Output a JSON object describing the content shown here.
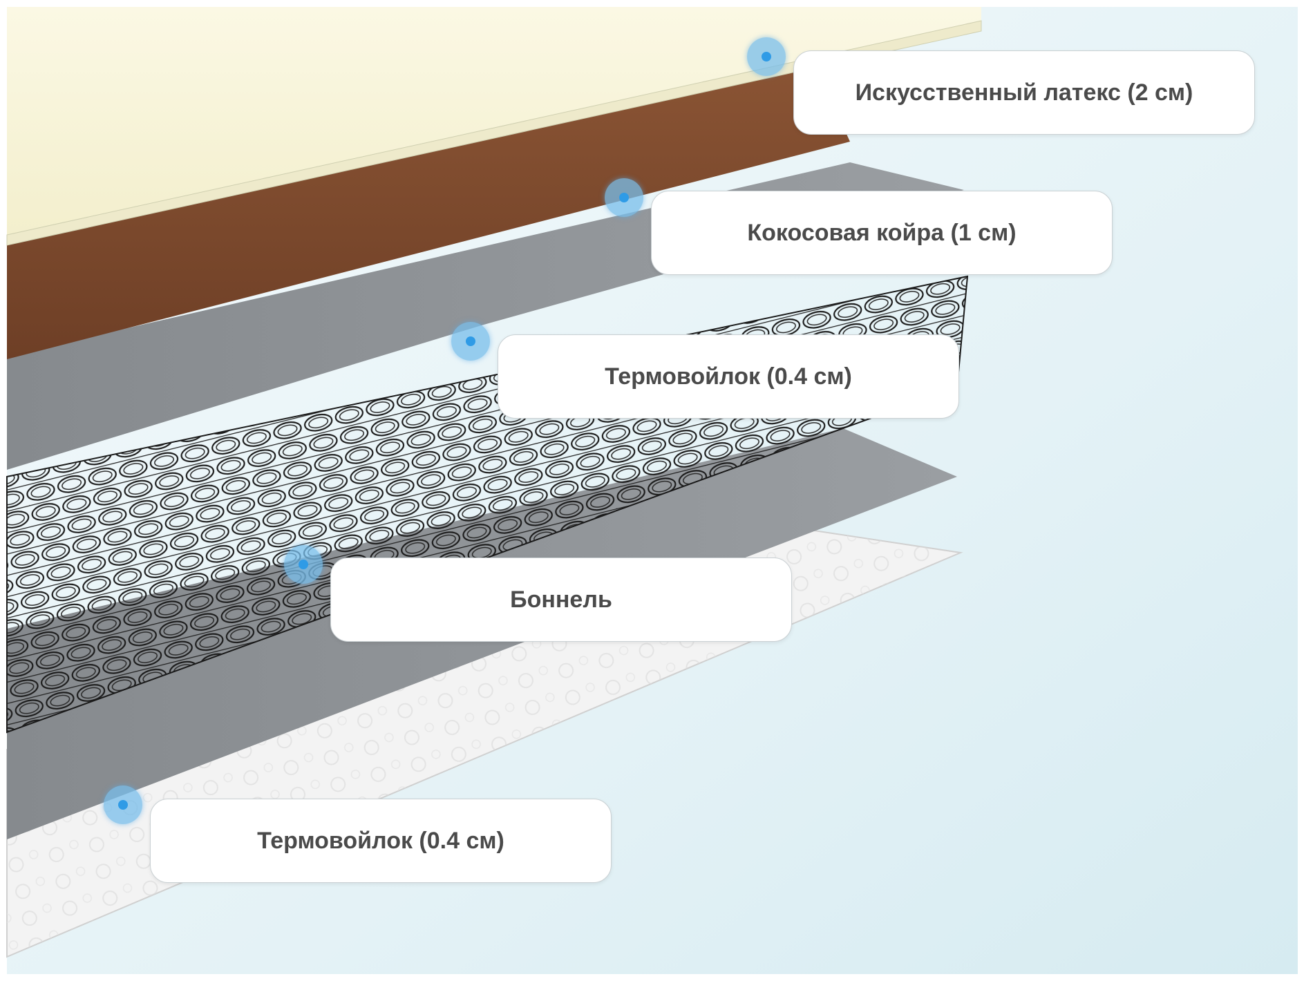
{
  "colors": {
    "background_light": "#f2f9fb",
    "background_blue": "#dceef3",
    "latex": "#f8f5dc",
    "coir": "#7e4a2e",
    "felt": "#8f9397",
    "springs": "#1e1e1e",
    "bottom_sheet": "#f1f1f1",
    "marker": "#2f9be6"
  },
  "layers": [
    {
      "label": "Искусственный латекс (2 см)",
      "icon": "marker-dot"
    },
    {
      "label": "Кокосовая койра (1 см)",
      "icon": "marker-dot"
    },
    {
      "label": "Термовойлок (0.4 см)",
      "icon": "marker-dot"
    },
    {
      "label": "Боннель",
      "icon": "marker-dot"
    },
    {
      "label": "Термовойлок (0.4 см)",
      "icon": "marker-dot"
    }
  ]
}
